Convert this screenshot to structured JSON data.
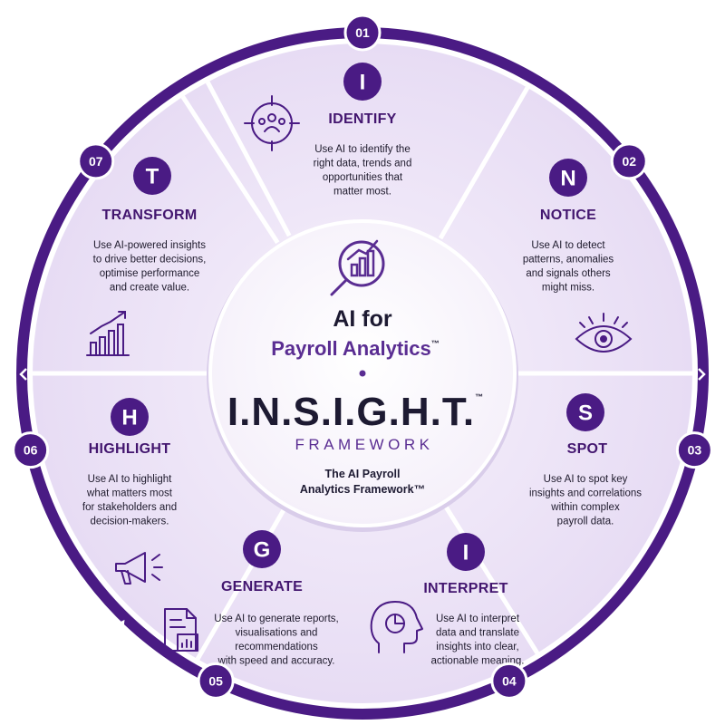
{
  "center": {
    "title_line1": "AI for",
    "title_line2": "Payroll Analytics",
    "title_tm": "™",
    "framework_name": "I.N.S.I.G.H.T.",
    "framework_tm": "™",
    "framework_word": "FRAMEWORK",
    "tagline_line1": "The AI Payroll",
    "tagline_line2": "Analytics Framework™",
    "icon": "magnifier-chart-icon"
  },
  "colors": {
    "ring": "#4a1b84",
    "badge": "#4a1b84",
    "segment_fill": "#efe7f8",
    "label": "#43166f",
    "center_accent": "#5a2d92"
  },
  "segments": [
    {
      "number": "01",
      "letter": "I",
      "label": "IDENTIFY",
      "description": [
        "Use AI to identify the",
        "right data, trends and",
        "opportunities that",
        "matter most."
      ],
      "icon": "target-people-icon"
    },
    {
      "number": "02",
      "letter": "N",
      "label": "NOTICE",
      "description": [
        "Use AI to detect",
        "patterns, anomalies",
        "and signals others",
        "might miss."
      ],
      "icon": "eye-icon"
    },
    {
      "number": "03",
      "letter": "S",
      "label": "SPOT",
      "description": [
        "Use AI to spot key",
        "insights and correlations",
        "within complex",
        "payroll data."
      ],
      "icon": ""
    },
    {
      "number": "04",
      "letter": "I",
      "label": "INTERPRET",
      "description": [
        "Use AI to interpret",
        "data and translate",
        "insights into clear,",
        "actionable meaning."
      ],
      "icon": "head-chart-icon"
    },
    {
      "number": "05",
      "letter": "G",
      "label": "GENERATE",
      "description": [
        "Use AI to generate reports,",
        "visualisations and",
        "recommendations",
        "with speed and accuracy."
      ],
      "icon": "report-document-icon"
    },
    {
      "number": "06",
      "letter": "H",
      "label": "HIGHLIGHT",
      "description": [
        "Use AI to highlight",
        "what matters most",
        "for stakeholders and",
        "decision-makers."
      ],
      "icon": "megaphone-icon"
    },
    {
      "number": "07",
      "letter": "T",
      "label": "TRANSFORM",
      "description": [
        "Use AI-powered insights",
        "to drive better decisions,",
        "optimise performance",
        "and create value."
      ],
      "icon": "growth-chart-icon"
    }
  ]
}
